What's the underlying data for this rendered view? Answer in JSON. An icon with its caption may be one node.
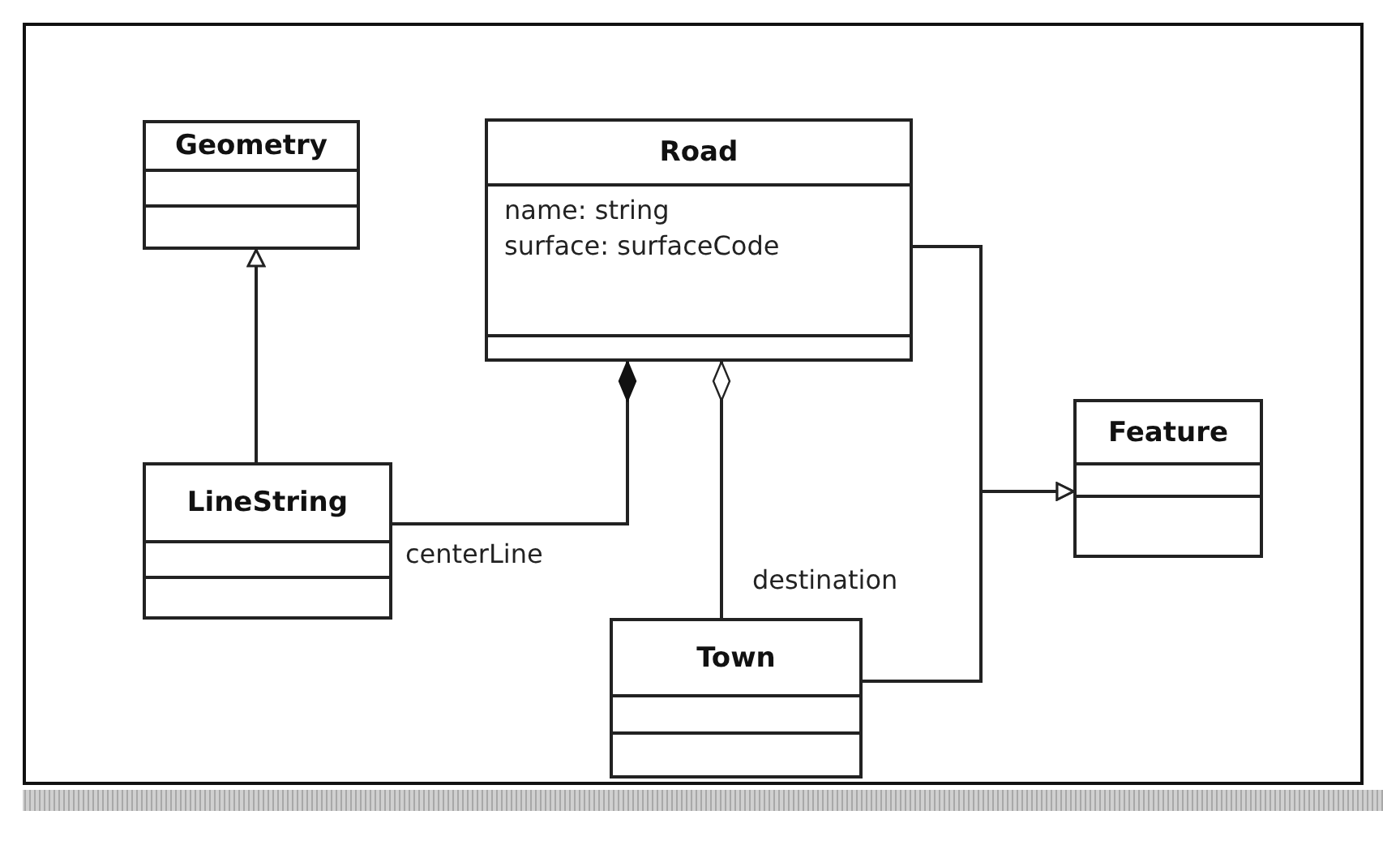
{
  "diagram": {
    "nodes": [
      {
        "text": [
          "Geometry"
        ]
      },
      {
        "text": [
          "Road",
          "name: string",
          "surface: surfaceCode"
        ]
      },
      {
        "text": [
          "LineString"
        ]
      },
      {
        "text": [
          "Town"
        ]
      },
      {
        "text": [
          "Feature"
        ]
      }
    ],
    "edges": [
      {
        "from": 2,
        "to": 0,
        "arrow": "to"
      },
      {
        "from": 2,
        "to": 1,
        "arrow": "other",
        "label": "centerLine"
      },
      {
        "from": 3,
        "to": 1,
        "arrow": "other",
        "label": "destination"
      },
      {
        "from": 1,
        "to": 4,
        "arrow": "to"
      },
      {
        "from": 3,
        "to": 4,
        "arrow": "to"
      }
    ]
  }
}
